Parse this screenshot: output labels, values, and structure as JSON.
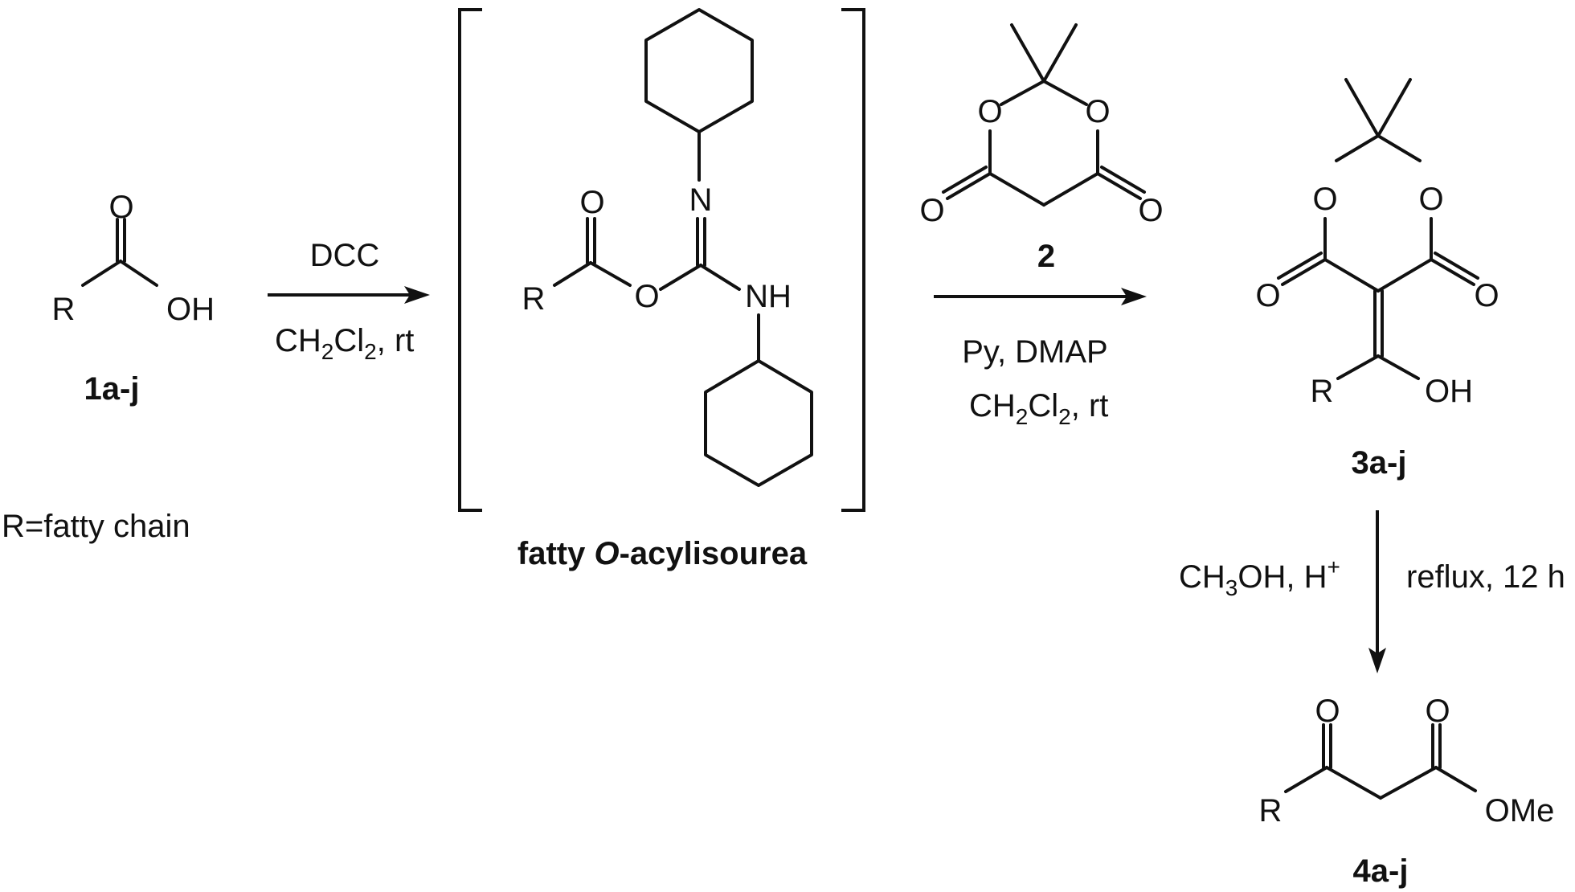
{
  "atoms": {
    "R": "R",
    "O": "O",
    "OH": "OH",
    "N": "N",
    "NH": "NH",
    "OMe": "OMe"
  },
  "step1": {
    "reagent": "DCC",
    "solvent_a": "CH",
    "solvent_sub1": "2",
    "solvent_b": "Cl",
    "solvent_sub2": "2",
    "solvent_c": ", rt"
  },
  "step2": {
    "reagent_label": "2",
    "base": "Py, DMAP",
    "solvent_a": "CH",
    "solvent_sub1": "2",
    "solvent_b": "Cl",
    "solvent_sub2": "2",
    "solvent_c": ", rt"
  },
  "step3": {
    "reagent_a": "CH",
    "reagent_sub": "3",
    "reagent_b": "OH, H",
    "reagent_sup": "+",
    "conditions": "reflux, 12 h"
  },
  "compounds": {
    "acid": "1a-j",
    "r_def": "R=fatty chain",
    "intermediate_a": "fatty ",
    "intermediate_b": "O",
    "intermediate_c": "-acylisourea",
    "meldrum_adduct": "3a-j",
    "ketoester": "4a-j"
  }
}
